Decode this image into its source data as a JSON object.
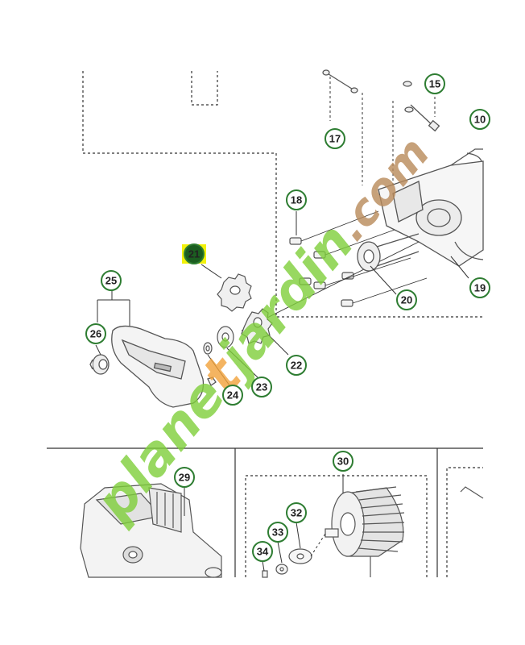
{
  "diagram": {
    "callouts": [
      {
        "id": "c10",
        "label": "10"
      },
      {
        "id": "c15",
        "label": "15"
      },
      {
        "id": "c17",
        "label": "17"
      },
      {
        "id": "c18",
        "label": "18"
      },
      {
        "id": "c19",
        "label": "19"
      },
      {
        "id": "c20",
        "label": "20"
      },
      {
        "id": "c21",
        "label": "21",
        "highlighted": true
      },
      {
        "id": "c22",
        "label": "22"
      },
      {
        "id": "c23",
        "label": "23"
      },
      {
        "id": "c24",
        "label": "24"
      },
      {
        "id": "c25",
        "label": "25"
      },
      {
        "id": "c26",
        "label": "26"
      },
      {
        "id": "c29",
        "label": "29"
      },
      {
        "id": "c30",
        "label": "30"
      },
      {
        "id": "c32",
        "label": "32"
      },
      {
        "id": "c33",
        "label": "33"
      },
      {
        "id": "c34",
        "label": "34"
      }
    ],
    "watermark": "planetjardin.com",
    "colors": {
      "callout_ring": "#2e7d32",
      "callout_fill": "#ffffff",
      "highlight_fill": "#1b5e20",
      "highlight_marker": "#f2f20a",
      "line_art": "#555555",
      "watermark_green": "#7fcf3a",
      "watermark_orange": "#f2a23a",
      "watermark_brown": "#b98a5a"
    }
  }
}
